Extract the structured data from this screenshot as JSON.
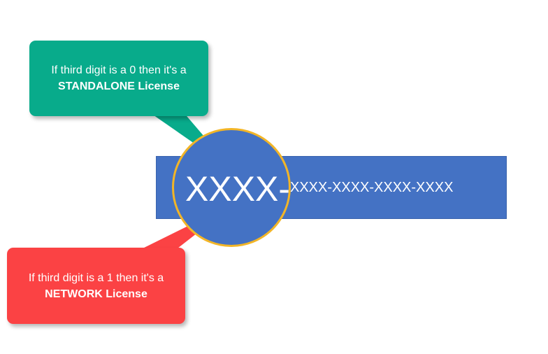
{
  "colors": {
    "bar": "#4472c4",
    "magnifier_ring": "#f2b527",
    "standalone": "#08ab8b",
    "network": "#fb4244",
    "text": "#ffffff"
  },
  "license": {
    "rest": "XXXX-XXXX-XXXX-XXXX",
    "magnified": "XXXX-X"
  },
  "callouts": {
    "standalone": {
      "line1": "If third digit is a 0 then it's a",
      "bold": "STANDALONE",
      "rest": " License"
    },
    "network": {
      "line1": "If third digit is a 1 then it's a",
      "bold": "NETWORK",
      "rest": " License"
    }
  }
}
